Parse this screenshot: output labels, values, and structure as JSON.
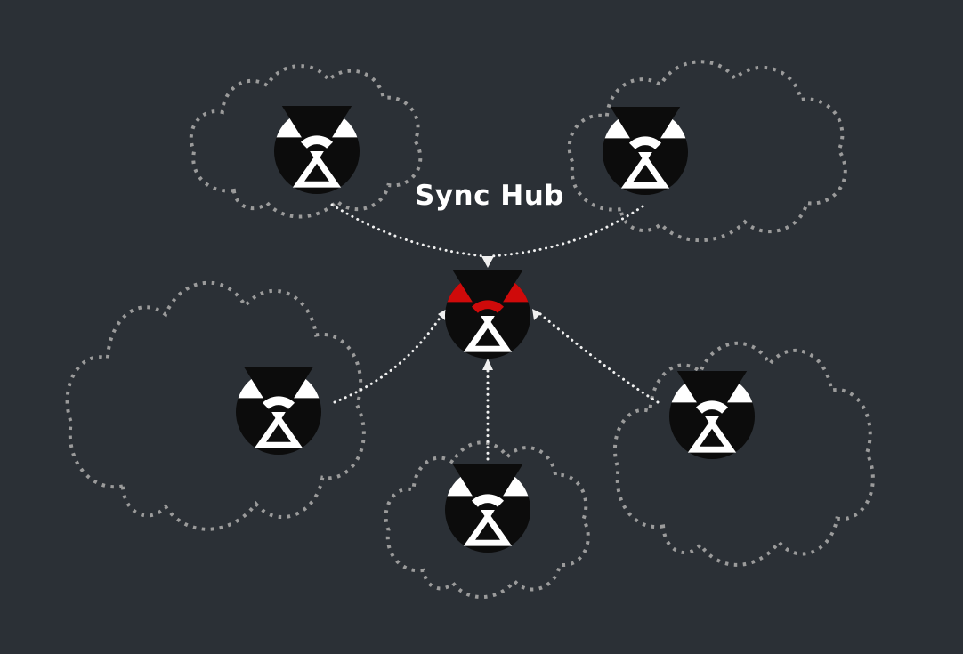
{
  "diagram": {
    "hub_label": "Sync Hub",
    "colors": {
      "background": "#2b3036",
      "cloud_outline": "#9b9b9b",
      "arrow": "#f0f0f0",
      "hub_accent": "#cf0a0a",
      "node_circle": "#0c0c0c",
      "icon": "#ffffff"
    },
    "nodes": [
      {
        "id": "device-top-left",
        "icon": "sync-device-icon"
      },
      {
        "id": "device-top-right",
        "icon": "sync-device-icon"
      },
      {
        "id": "device-mid-left",
        "icon": "sync-device-icon"
      },
      {
        "id": "device-bottom",
        "icon": "sync-device-icon"
      },
      {
        "id": "device-right",
        "icon": "sync-device-icon"
      },
      {
        "id": "sync-hub",
        "icon": "sync-hub-icon"
      }
    ],
    "cloud_count": 5,
    "arrow_count": 5
  }
}
